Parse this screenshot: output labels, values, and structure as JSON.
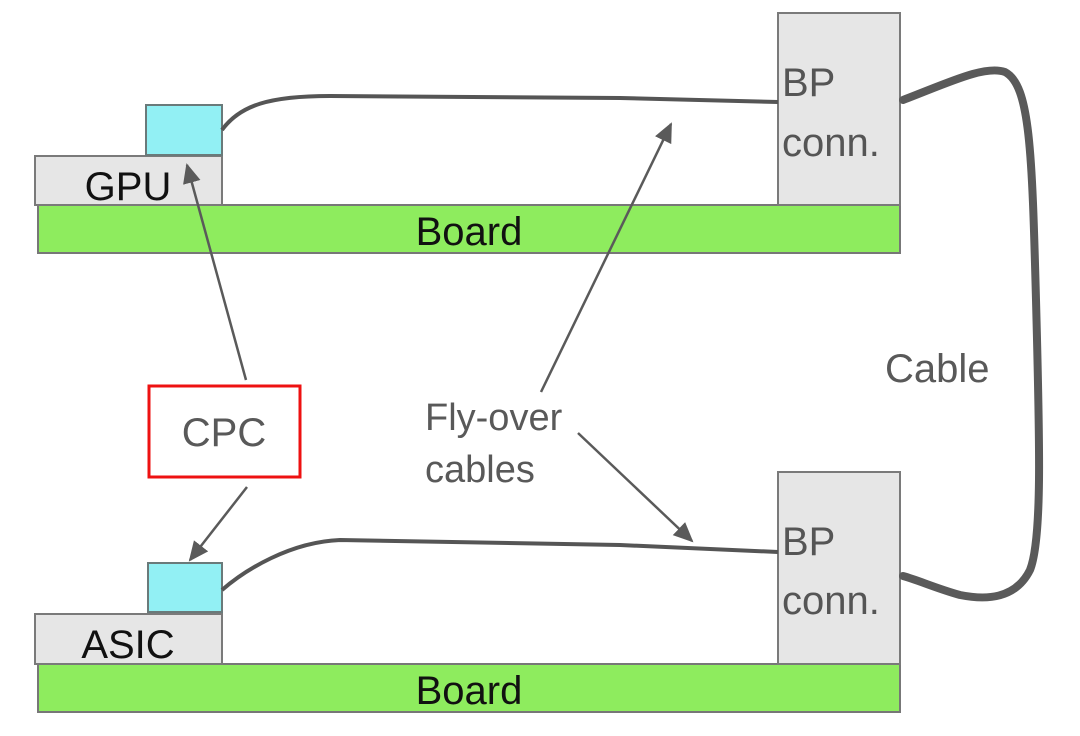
{
  "diagram": {
    "top": {
      "chip_label": "GPU",
      "board_label": "Board",
      "bp_line1": "BP",
      "bp_line2": "conn."
    },
    "bottom": {
      "chip_label": "ASIC",
      "board_label": "Board",
      "bp_line1": "BP",
      "bp_line2": "conn."
    },
    "annotations": {
      "cpc": "CPC",
      "flyover_line1": "Fly-over",
      "flyover_line2": "cables",
      "cable": "Cable"
    },
    "colors": {
      "board": "#8eec5e",
      "chip": "#e6e6e6",
      "cpc_connector": "#92f0f4",
      "outline": "#7a7a7a",
      "cable": "#5a5a5a",
      "highlight_box": "#ee1111",
      "label_text": "#595959",
      "chip_text": "#111111"
    }
  }
}
